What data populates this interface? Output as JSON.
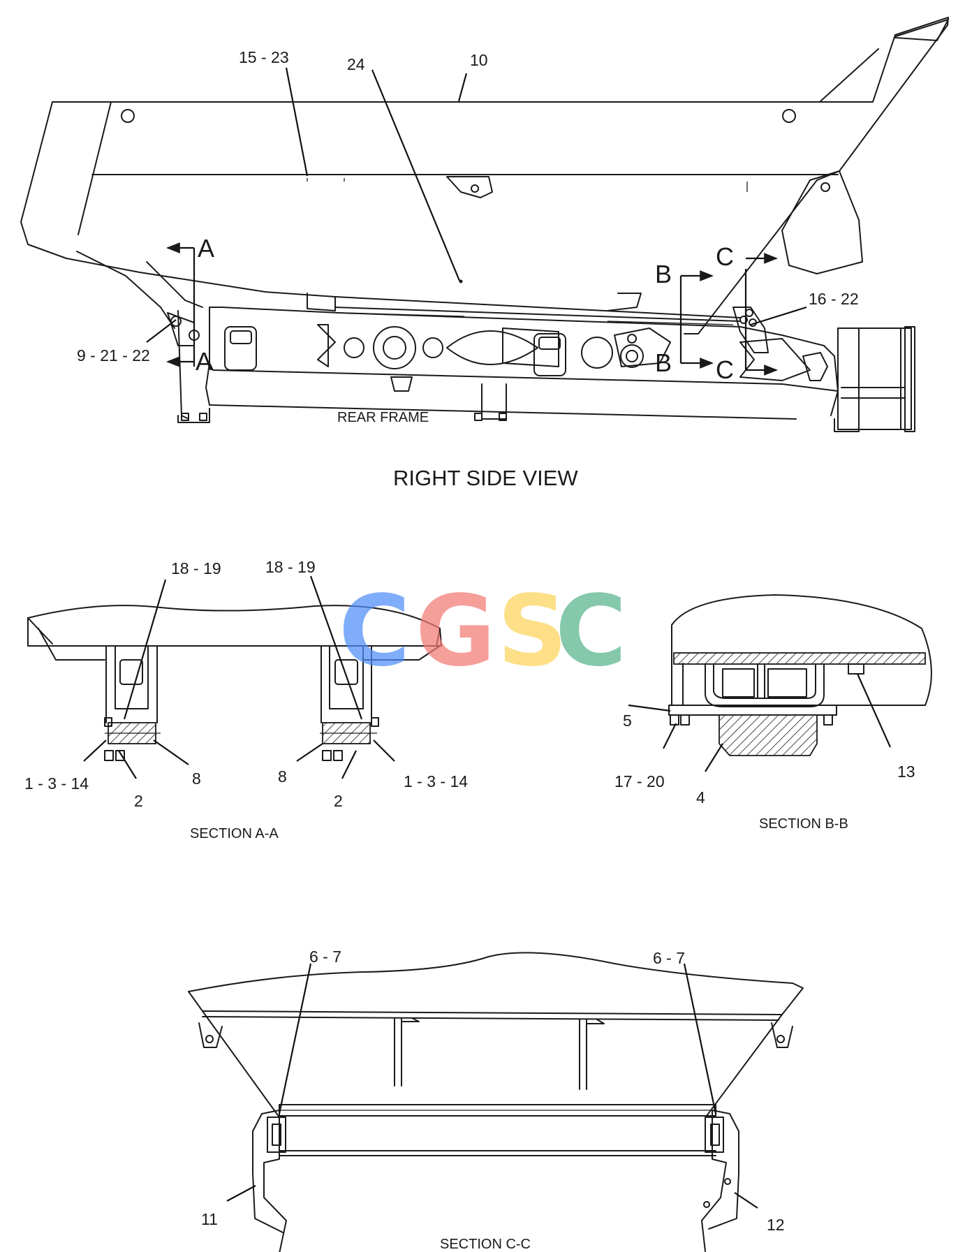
{
  "views": {
    "right_side": {
      "title": "RIGHT SIDE VIEW",
      "frame_label": "REAR FRAME",
      "callouts": [
        "15 - 23",
        "24",
        "10",
        "16 - 22",
        "9 - 21 - 22"
      ],
      "section_marks": [
        "A",
        "A",
        "B",
        "B",
        "C",
        "C"
      ]
    },
    "section_aa": {
      "title": "SECTION A-A",
      "callouts": [
        "18 - 19",
        "18 - 19",
        "1 - 3 - 14",
        "1 - 3 - 14",
        "8",
        "8",
        "2",
        "2"
      ]
    },
    "section_bb": {
      "title": "SECTION B-B",
      "callouts": [
        "5",
        "17 - 20",
        "4",
        "13"
      ]
    },
    "section_cc": {
      "title": "SECTION C-C",
      "callouts": [
        "6 - 7",
        "6 - 7",
        "11",
        "12"
      ]
    }
  },
  "watermark": {
    "letters": [
      "C",
      "G",
      "S",
      "C"
    ],
    "colors": [
      "#4f8ef7",
      "#f27a74",
      "#fcd35a",
      "#57b38b"
    ]
  }
}
